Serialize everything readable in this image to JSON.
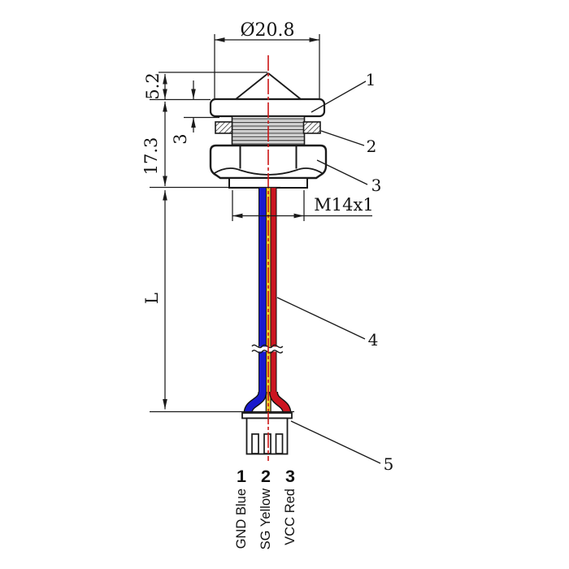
{
  "dimensions": {
    "head_diameter": "Ø20.8",
    "tip_height": "5.2",
    "flange_thickness": "3",
    "body_height": "17.3",
    "thread_spec": "M14x1",
    "cable_length": "L"
  },
  "callouts": {
    "flange": "1",
    "washer": "2",
    "nut": "3",
    "cable": "4",
    "connector": "5"
  },
  "pinout": {
    "numbers": [
      "1",
      "2",
      "3"
    ],
    "labels": [
      "GND Blue",
      "SG Yellow",
      "VCC Red"
    ]
  },
  "colors": {
    "outline": "#1a1a1a",
    "centerline_red": "#cc1616",
    "wire_blue": "#1a1acd",
    "wire_yellow": "#f2cc2e",
    "wire_red": "#cc1520"
  }
}
